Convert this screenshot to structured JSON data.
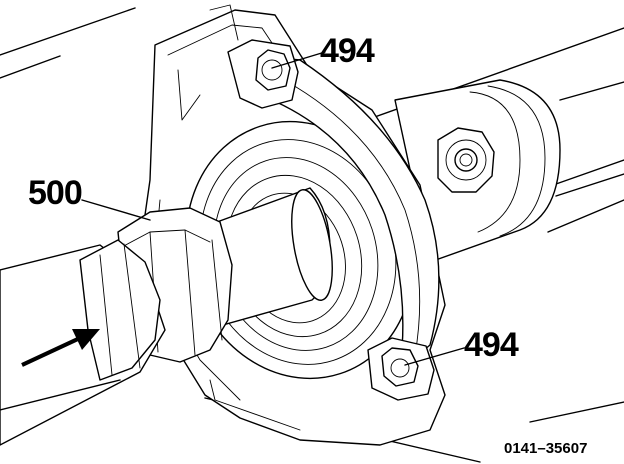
{
  "callouts": {
    "bolt_top": "494",
    "bolt_bottom": "494",
    "flange": "500"
  },
  "figure_ref": "0141–35607",
  "icons": [
    "direction-arrow"
  ]
}
